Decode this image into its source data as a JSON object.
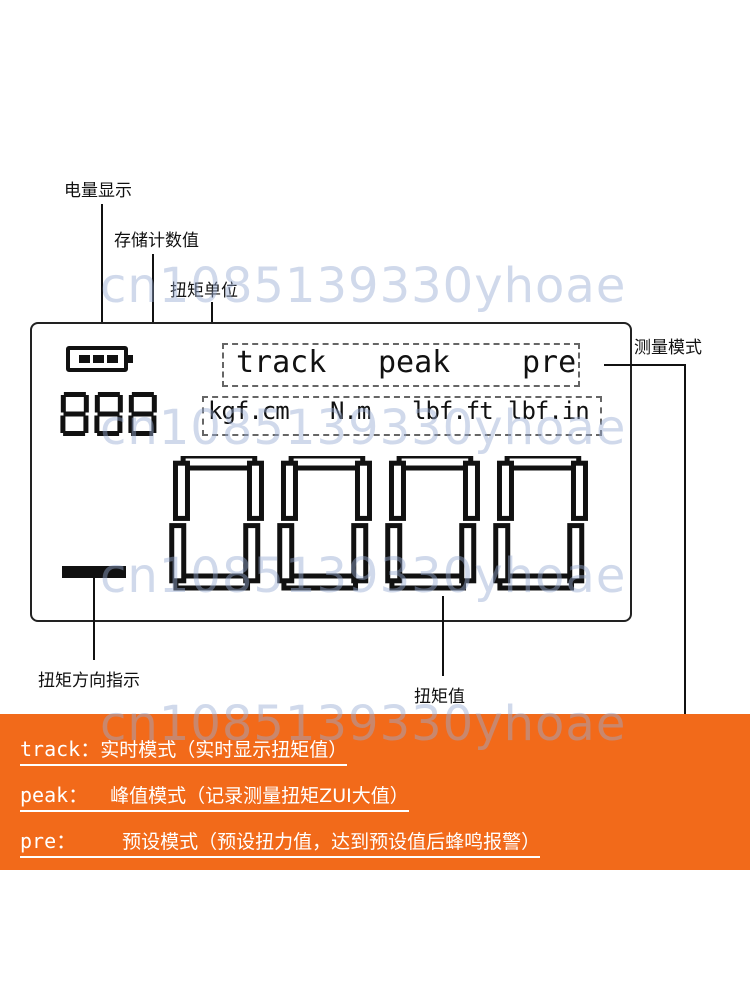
{
  "callouts": {
    "battery": "电量显示",
    "memory_count": "存储计数值",
    "unit": "扭矩单位",
    "mode": "测量模式",
    "direction": "扭矩方向指示",
    "torque_value": "扭矩值"
  },
  "lcd": {
    "modes": [
      "track",
      "peak",
      "pre"
    ],
    "units": [
      "kgf.cm",
      "N.m",
      "lbf.ft",
      "lbf.in"
    ],
    "memory_digits": "888",
    "main_digits": "0000",
    "sign": "−"
  },
  "legend": [
    {
      "key": "track：",
      "desc": "实时模式（实时显示扭矩值）"
    },
    {
      "key": "peak：",
      "desc": "峰值模式（记录测量扭矩ZUI大值）"
    },
    {
      "key": "pre：",
      "desc": "预设模式（预设扭力值，达到预设值后蜂鸣报警）"
    }
  ],
  "watermark": "cn1085139330yhoae",
  "colors": {
    "band": "#f26a1a",
    "ink": "#111111"
  }
}
